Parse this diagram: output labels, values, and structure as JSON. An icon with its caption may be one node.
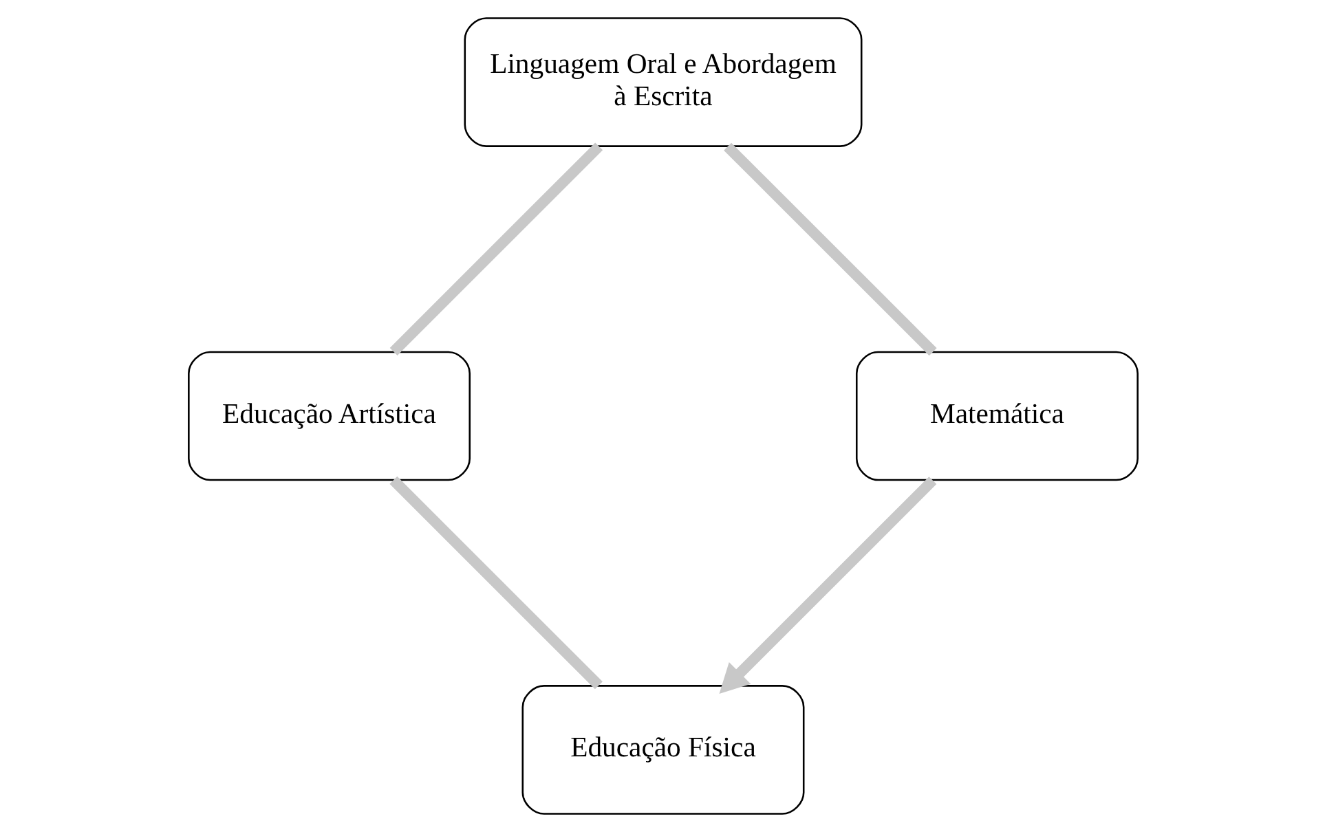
{
  "diagram": {
    "nodes": [
      {
        "text": [
          "Educação Física"
        ]
      },
      {
        "text": [
          "Educação Artística"
        ]
      },
      {
        "text": [
          "Linguagem Oral e Abordagem à Escrita"
        ]
      },
      {
        "text": [
          "Matemática"
        ]
      }
    ],
    "edges": [
      {
        "from": 0,
        "to": 1,
        "arrow": "none",
        "color": "#c8c8c8"
      },
      {
        "from": 1,
        "to": 2,
        "arrow": "none",
        "color": "#c8c8c8"
      },
      {
        "from": 2,
        "to": 3,
        "arrow": "none",
        "color": "#c8c8c8"
      },
      {
        "from": 3,
        "to": 0,
        "arrow": "to",
        "color": "#c8c8c8"
      }
    ]
  }
}
